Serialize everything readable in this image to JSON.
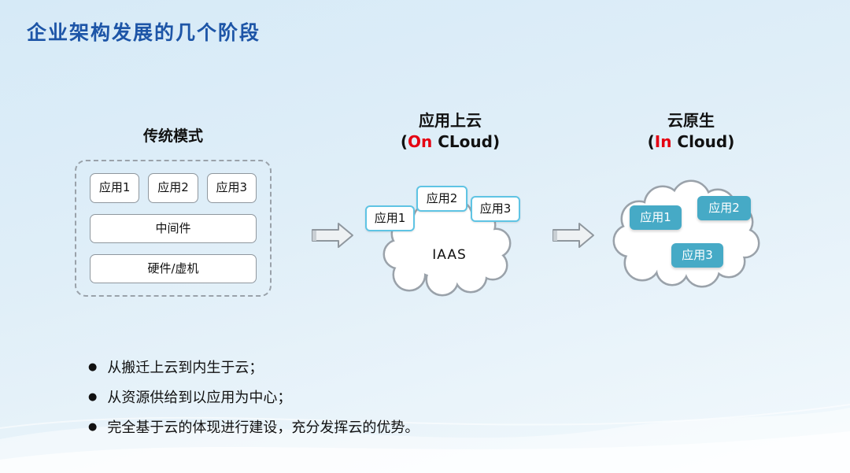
{
  "colors": {
    "title_blue": "#1d55a7",
    "accent_red": "#e50012",
    "teal_fill": "#46aac6",
    "lightblue_border": "#5fc4e4"
  },
  "header": {
    "title": "企业架构发展的几个阶段"
  },
  "stage1": {
    "label": "传统模式",
    "apps": [
      "应用1",
      "应用2",
      "应用3"
    ],
    "middleware": "中间件",
    "hardware": "硬件/虚机"
  },
  "stage2": {
    "title": "应用上云",
    "subtitle_open": "(",
    "subtitle_highlight": "On",
    "subtitle_rest": " CLoud)",
    "cloud_label": "IAAS",
    "apps": [
      "应用1",
      "应用2",
      "应用3"
    ]
  },
  "stage3": {
    "title": "云原生",
    "subtitle_open": "(",
    "subtitle_highlight": "In",
    "subtitle_rest": " Cloud)",
    "apps": [
      "应用1",
      "应用2",
      "应用3"
    ]
  },
  "bullet_glyph": "●",
  "bullets": [
    "从搬迁上云到内生于云；",
    "从资源供给到以应用为中心；",
    "完全基于云的体现进行建设，充分发挥云的优势。"
  ]
}
